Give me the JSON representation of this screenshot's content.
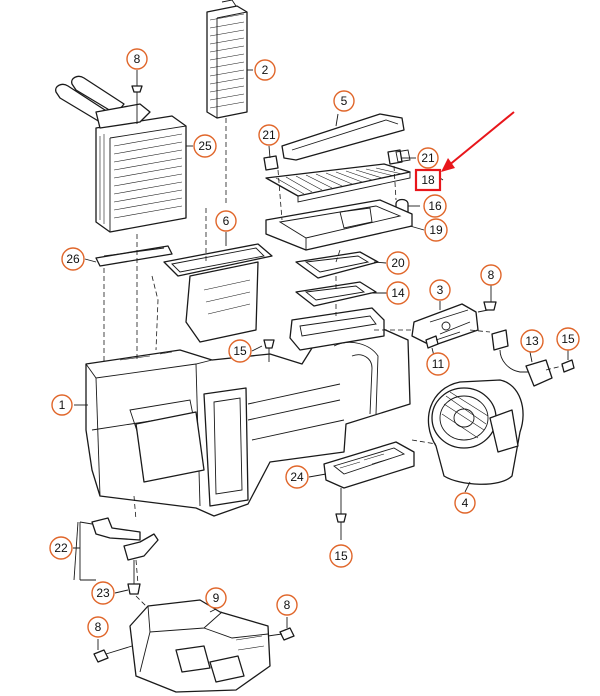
{
  "colors": {
    "callout_stroke": "#e0662a",
    "highlight": "#e8161b",
    "line": "#1a1a1a"
  },
  "callouts": [
    {
      "id": "c-2",
      "label": "2"
    },
    {
      "id": "c-8a",
      "label": "8"
    },
    {
      "id": "c-25",
      "label": "25"
    },
    {
      "id": "c-5",
      "label": "5"
    },
    {
      "id": "c-21a",
      "label": "21"
    },
    {
      "id": "c-21b",
      "label": "21"
    },
    {
      "id": "c-16",
      "label": "16"
    },
    {
      "id": "c-6",
      "label": "6"
    },
    {
      "id": "c-19",
      "label": "19"
    },
    {
      "id": "c-26",
      "label": "26"
    },
    {
      "id": "c-20",
      "label": "20"
    },
    {
      "id": "c-14",
      "label": "14"
    },
    {
      "id": "c-8b",
      "label": "8"
    },
    {
      "id": "c-3",
      "label": "3"
    },
    {
      "id": "c-15a",
      "label": "15"
    },
    {
      "id": "c-13",
      "label": "13"
    },
    {
      "id": "c-15b",
      "label": "15"
    },
    {
      "id": "c-11",
      "label": "11"
    },
    {
      "id": "c-1",
      "label": "1"
    },
    {
      "id": "c-24",
      "label": "24"
    },
    {
      "id": "c-4",
      "label": "4"
    },
    {
      "id": "c-15c",
      "label": "15"
    },
    {
      "id": "c-22",
      "label": "22"
    },
    {
      "id": "c-23",
      "label": "23"
    },
    {
      "id": "c-9",
      "label": "9"
    },
    {
      "id": "c-8c",
      "label": "8"
    },
    {
      "id": "c-8d",
      "label": "8"
    }
  ],
  "highlight": {
    "label": "18"
  }
}
